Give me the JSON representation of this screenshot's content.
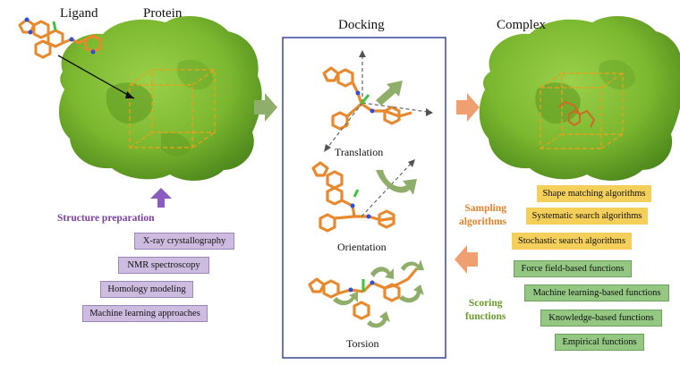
{
  "titles": {
    "ligand": "Ligand",
    "protein": "Protein",
    "docking": "Docking",
    "complex": "Complex"
  },
  "docking_steps": [
    "Translation",
    "Orientation",
    "Torsion"
  ],
  "structure_preparation": {
    "heading": "Structure preparation",
    "items": [
      "X-ray crystallography",
      "NMR spectroscopy",
      "Homology modeling",
      "Machine learning approaches"
    ]
  },
  "sampling_algorithms": {
    "heading_line1": "Sampling",
    "heading_line2": "algorithms",
    "items": [
      "Shape matching algorithms",
      "Systematic search algorithms",
      "Stochastic search algorithms"
    ]
  },
  "scoring_functions": {
    "heading_line1": "Scoring",
    "heading_line2": "functions",
    "items": [
      "Force field-based functions",
      "Machine learning-based functions",
      "Knowledge-based functions",
      "Empirical functions"
    ]
  },
  "colors": {
    "protein_green": "#7cb82f",
    "protein_dark": "#4f8a1d",
    "ligand_orange": "#e8892e",
    "arrow_green": "#8fae6a",
    "arrow_orange": "#f0a070",
    "arrow_purple": "#8a5cc0",
    "dashed_box": "#e3a21a"
  }
}
